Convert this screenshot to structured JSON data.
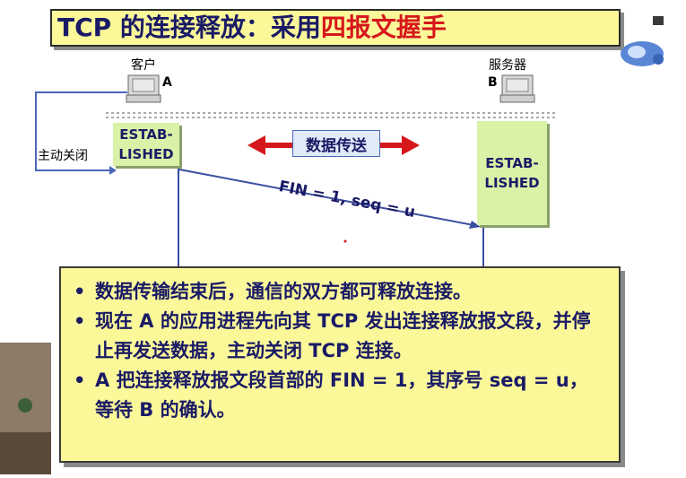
{
  "title": {
    "main": "TCP 的连接释放：采用",
    "highlight": "四报文握手"
  },
  "client": {
    "label": "客户",
    "letter": "A",
    "state_line1": "ESTAB-",
    "state_line2": "LISHED",
    "side_label": "主动关闭"
  },
  "server": {
    "label": "服务器",
    "letter": "B",
    "state_line1": "ESTAB-",
    "state_line2": "LISHED"
  },
  "transfer": {
    "label": "数据传送"
  },
  "segment": {
    "label": "FIN = 1, seq = u"
  },
  "bullets": [
    "数据传输结束后，通信的双方都可释放连接。",
    "现在 A 的应用进程先向其 TCP 发出连接释放报文段，并停止再发送数据，主动关闭 TCP 连接。",
    "A 把连接释放报文段首部的 FIN = 1，其序号 seq = u，等待 B 的确认。"
  ],
  "colors": {
    "title_bg": "#fbf89a",
    "highlight": "#d6171b",
    "text_dark_blue": "#1a1a66",
    "state_green": "#d9f2a8",
    "arrow_red": "#d6171b"
  }
}
